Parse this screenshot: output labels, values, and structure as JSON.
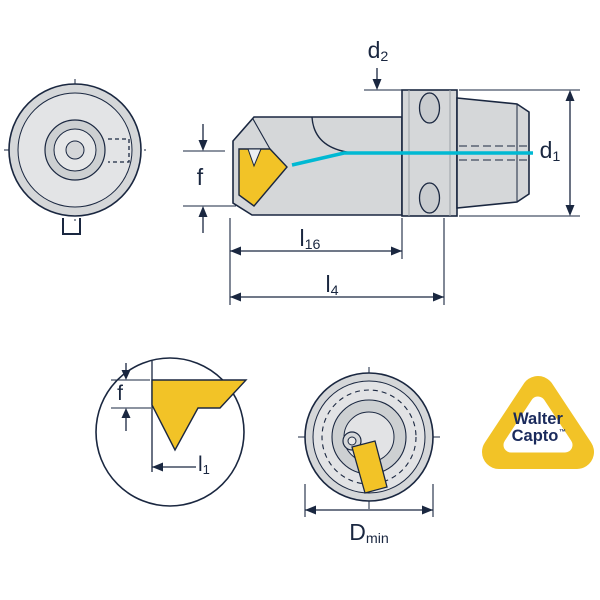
{
  "colors": {
    "line_dark": "#1a2740",
    "text_navy": "#1a2740",
    "body_gray": "#d5d7d9",
    "body_gray_light": "#e3e4e6",
    "body_gray_mid": "#cdd0d2",
    "insert_yellow": "#f2c327",
    "coolant_cyan": "#00b9d3",
    "logo_yellow": "#f2c327",
    "logo_text_navy": "#1a2a5c"
  },
  "labels": {
    "d2": {
      "base": "d",
      "sub": "2"
    },
    "d1": {
      "base": "d",
      "sub": "1"
    },
    "f_side": "f",
    "l16": {
      "base": "l",
      "sub": "16"
    },
    "l4": {
      "base": "l",
      "sub": "4"
    },
    "f_detail": "f",
    "l1": {
      "base": "l",
      "sub": "1"
    },
    "dmin": {
      "base": "D",
      "sub": "min"
    }
  },
  "logo": {
    "line1": "Walter",
    "line2": "Capto",
    "tm": "™"
  }
}
